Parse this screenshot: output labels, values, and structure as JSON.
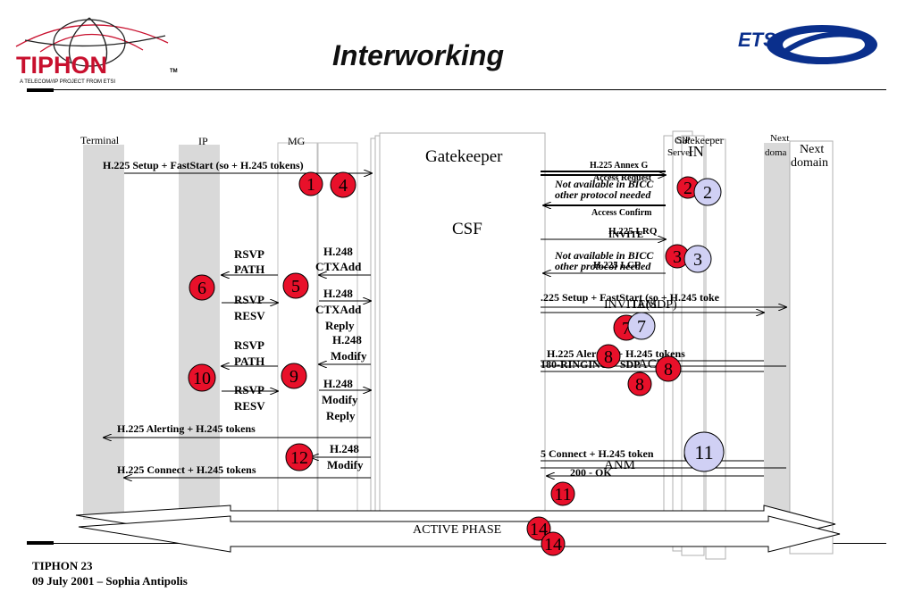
{
  "header": {
    "title": "Interworking",
    "logo_left_text": "TIPHON",
    "logo_left_tm": "TM",
    "logo_left_tagline": "A TELECOM//IP PROJECT FROM ETSI",
    "logo_right_text": "ETSI"
  },
  "footer": {
    "line1": "TIPHON 23",
    "line2": "09 July 2001 – Sophia Antipolis"
  },
  "columns": {
    "terminal": "Terminal",
    "ip": "IP",
    "mg": "MG",
    "gatekeeper": "Gatekeeper",
    "csf": "CSF",
    "sip_server_1": "SIP",
    "sip_server_2": "Server",
    "gatekeeper2": "Gatekeeper",
    "in": "IN",
    "next1": "Next",
    "next2": "doma",
    "next3": "Next",
    "next4": "domain"
  },
  "messages": {
    "setup_fast": "H.225 Setup + FastStart (so + H.245 tokens)",
    "annex_g": "H.225 Annex G",
    "access_request": "Access Request",
    "not_avail_1a": "Not available in BICC",
    "not_avail_1b": "other protocol needed",
    "access_confirm": "Access Confirm",
    "invite": "INVITE",
    "h225_lrq": "H.225 LRQ",
    "not_avail_2a": "Not available in BICC",
    "not_avail_2b": "other protocol needed",
    "h225_lcf": "H.225 LCF",
    "setup_fast_right": ".225 Setup + FastStart (so + H.245 toke",
    "iam_sdp": "INVITE(SDP)",
    "iam": "IAM",
    "rsvp_path_1a": "RSVP",
    "rsvp_path_1b": "PATH",
    "h248_ctxadd_a": "H.248",
    "h248_ctxadd_b": "CTXAdd",
    "rsvp_resv_1a": "RSVP",
    "rsvp_resv_1b": "RESV",
    "h248_reply_a": "H.248",
    "h248_reply_b": "CTXAdd",
    "h248_reply_c": "Reply",
    "rsvp_path_2a": "RSVP",
    "rsvp_path_2b": "PATH",
    "h248_modify_a": "H.248",
    "h248_modify_b": "Modify",
    "h225_alert_right": "H.225 Alerting + H.245 tokens",
    "ringing": "180-RINGING + SDP",
    "acm": "ACM",
    "rsvp_resv_2a": "RSVP",
    "rsvp_resv_2b": "RESV",
    "h248_modrep_a": "H.248",
    "h248_modrep_b": "Modify",
    "h248_modrep_c": "Reply",
    "h225_alert_left": "H.225 Alerting + H.245 tokens",
    "h248_modify2_a": "H.248",
    "h248_modify2_b": "Modify",
    "connect_right": "5 Connect + H.245 token",
    "anm": "ANM",
    "ok200": "200 - OK",
    "connect_left": "H.225 Connect + H.245 tokens",
    "active_phase": "ACTIVE PHASE"
  },
  "circles": {
    "c1": "1",
    "c4": "4",
    "c2a": "2",
    "c2b": "2",
    "c3a": "3",
    "c3b": "3",
    "c5": "5",
    "c6": "6",
    "c7a": "7",
    "c7b": "7",
    "c8a": "8",
    "c8b": "8",
    "c8c": "8",
    "c9": "9",
    "c10": "10",
    "c11a": "11",
    "c11b": "11",
    "c12": "12",
    "c14a": "14",
    "c14b": "14"
  },
  "colors": {
    "red_circle": "#e8102a",
    "lilac_circle": "#d0d0f4",
    "lifeline_gray": "#d9d9d9",
    "panel_border": "#b0b0b0"
  }
}
